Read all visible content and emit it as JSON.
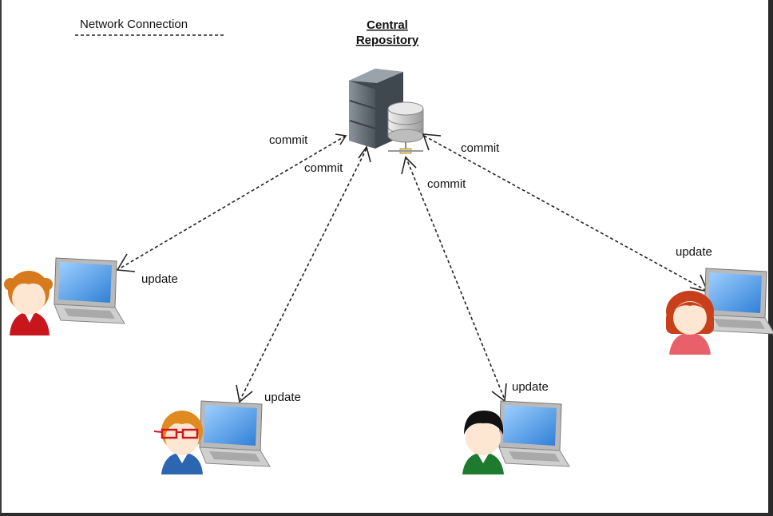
{
  "legend": {
    "label": "Network Connection"
  },
  "central": {
    "title_line1": "Central",
    "title_line2": "Repository"
  },
  "icons": {
    "server": "server-icon",
    "database": "database-icon",
    "laptop": "laptop-icon",
    "user": "user-avatar-icon"
  },
  "colors": {
    "line": "#222222",
    "laptop_screen": "#5aa7f0",
    "server": "#5d6670"
  },
  "connections": [
    {
      "commit_label": "commit",
      "update_label": "update"
    },
    {
      "commit_label": "commit",
      "update_label": "update"
    },
    {
      "commit_label": "commit",
      "update_label": "update"
    },
    {
      "commit_label": "commit",
      "update_label": "update"
    }
  ],
  "users": [
    {
      "shirt": "#c8161d",
      "hair": "#d77a1e"
    },
    {
      "shirt": "#2d66b0",
      "hair": "#e08a1f"
    },
    {
      "shirt": "#1e7a2e",
      "hair": "#111111"
    },
    {
      "shirt": "#e8606a",
      "hair": "#c7401b"
    }
  ]
}
